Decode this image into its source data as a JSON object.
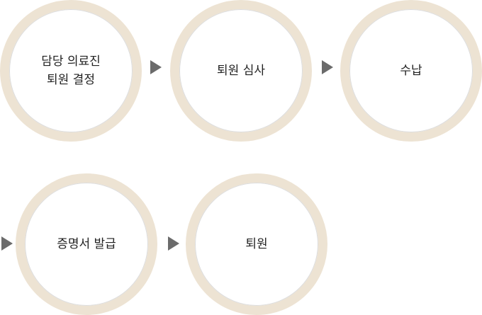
{
  "steps": [
    {
      "label": "담당 의료진\n퇴원 결정"
    },
    {
      "label": "퇴원 심사"
    },
    {
      "label": "수납"
    },
    {
      "label": "증명서 발급"
    },
    {
      "label": "퇴원"
    }
  ],
  "colors": {
    "ring": "#ede3d3",
    "arrow": "#6b6b6b",
    "inner_border": "#dcdcdc"
  }
}
